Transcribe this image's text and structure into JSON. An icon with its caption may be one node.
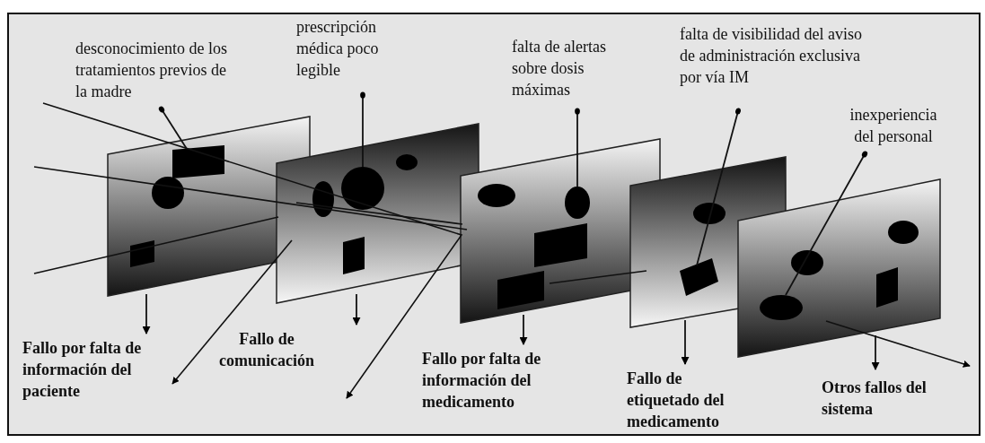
{
  "diagram": {
    "nodes": [
      {
        "text": [],
        "shape": "box"
      },
      {
        "text": [],
        "shape": "box"
      },
      {
        "text": [],
        "shape": "box"
      },
      {
        "text": [],
        "shape": "box"
      },
      {
        "text": [],
        "shape": "box"
      },
      {
        "text": [],
        "shape": "box",
        "in": 0
      },
      {
        "text": [],
        "shape": "circle",
        "in": 0
      },
      {
        "text": [],
        "shape": "box",
        "in": 0
      },
      {
        "text": [],
        "shape": "circle",
        "in": 1
      },
      {
        "text": [],
        "shape": "circle",
        "in": 1
      },
      {
        "text": [],
        "shape": "circle",
        "in": 1
      },
      {
        "text": [],
        "shape": "box",
        "in": 1
      },
      {
        "text": [],
        "shape": "circle",
        "in": 2
      },
      {
        "text": [],
        "shape": "circle",
        "in": 2
      },
      {
        "text": [],
        "shape": "box",
        "in": 2
      },
      {
        "text": [],
        "shape": "box",
        "in": 2
      },
      {
        "text": [],
        "shape": "circle",
        "in": 3
      },
      {
        "text": [],
        "shape": "box",
        "in": 3
      },
      {
        "text": [],
        "shape": "circle",
        "in": 4
      },
      {
        "text": [],
        "shape": "circle",
        "in": 4
      },
      {
        "text": [],
        "shape": "box",
        "in": 4
      },
      {
        "text": [],
        "shape": "circle",
        "in": 4
      },
      {
        "text": [
          "desconocimiento de los tratamientos previos de la madre"
        ]
      },
      {
        "text": [
          "prescripción médica poco legible"
        ]
      },
      {
        "text": [
          "falta de alertas sobre dosis máximas"
        ]
      },
      {
        "text": [
          "falta de visibilidad del aviso de administración exclusiva por vía IM"
        ]
      },
      {
        "text": [
          "inexperiencia del personal"
        ]
      },
      {
        "text": [
          "Fallo por falta de información del paciente"
        ]
      },
      {
        "text": [
          "Fallo de comunicación"
        ]
      },
      {
        "text": [
          "Fallo por falta de información del medicamento"
        ]
      },
      {
        "text": [
          "Fallo de etiquetado del medicamento"
        ]
      },
      {
        "text": [
          "Otros fallos del sistema"
        ]
      }
    ],
    "edges": [
      {
        "from": 22,
        "to": 5,
        "arrow": "other"
      },
      {
        "from": 23,
        "to": 9,
        "arrow": "other"
      },
      {
        "from": 24,
        "to": 13,
        "arrow": "other"
      },
      {
        "from": 25,
        "to": 17,
        "arrow": "other"
      },
      {
        "from": 26,
        "to": 21,
        "arrow": "other"
      },
      {
        "from": 0,
        "to": 27,
        "arrow": "to"
      },
      {
        "from": 1,
        "to": 28,
        "arrow": "to"
      },
      {
        "from": 2,
        "to": 29,
        "arrow": "to"
      },
      {
        "from": 3,
        "to": 30,
        "arrow": "to"
      },
      {
        "from": 4,
        "to": 31,
        "arrow": "to"
      }
    ]
  }
}
